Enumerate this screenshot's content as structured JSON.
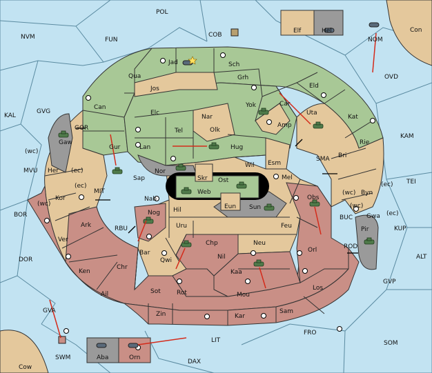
{
  "regions": {
    "pol": "POL",
    "nvm": "NVM",
    "fun": "FUN",
    "cob": "COB",
    "elf": "Elf",
    "hel": "Hel",
    "nom": "NOM",
    "con": "Con",
    "ovd": "OVD",
    "kal": "KAL",
    "gvg": "GVG",
    "gor": "GOR",
    "gaw": "Gaw",
    "mvu": "MVU",
    "wc1": "(wc)",
    "wc2": "(wc)",
    "wc3": "(wc)",
    "ec1": "(ec)",
    "ec2": "(ec)",
    "ec3": "(ec)",
    "her": "Her",
    "kor": "Kor",
    "bor": "BOR",
    "ark": "Ark",
    "ver": "Ver",
    "dor": "DOR",
    "ken": "Ken",
    "ail": "Ail",
    "chr": "Chr",
    "sot": "Sot",
    "zin": "Zin",
    "gva": "GVA",
    "swm": "SWM",
    "cow": "Cow",
    "aba": "Aba",
    "orn": "Orn",
    "dax": "DAX",
    "lit": "LIT",
    "kar": "Kar",
    "sam": "Sam",
    "fro": "FRO",
    "som": "SOM",
    "los": "Los",
    "gvp": "GVP",
    "alt": "ALT",
    "rod": "ROD",
    "pir": "Pir",
    "kup": "KUP",
    "gwa": "Gwa",
    "buc": "BUC",
    "tei": "TEI",
    "byn": "Byn",
    "rie": "Rie",
    "kam": "KAM",
    "bri": "Bri",
    "kat": "Kat",
    "sma": "SMA",
    "eld": "Eld",
    "uta": "Uta",
    "car": "Car",
    "amp": "Amp",
    "esm": "Esm",
    "mel": "Mel",
    "obs": "Obs",
    "orl": "Orl",
    "feu": "Feu",
    "neu": "Neu",
    "kaa": "Kaa",
    "mou": "Mou",
    "nil": "Nil",
    "chp": "Chp",
    "qwi": "Qwi",
    "rot": "Rot",
    "bar": "Bar",
    "nog": "Nog",
    "rbu": "RBU",
    "hil": "Hil",
    "uru": "Uru",
    "eun": "Eun",
    "sun": "Sun",
    "web": "Web",
    "ost": "Ost",
    "skr": "Skr",
    "wil": "Wil",
    "hug": "Hug",
    "olk": "Olk",
    "nar": "Nar",
    "yok": "Yok",
    "grh": "Grh",
    "sch": "Sch",
    "jad": "Jad",
    "qua": "Qua",
    "jos": "Jos",
    "can": "Can",
    "elc": "Elc",
    "tel": "Tel",
    "lan": "Lan",
    "gur": "Gur",
    "sap": "Sap",
    "nor": "Nor",
    "nab": "Nab",
    "mit": "MIT"
  },
  "colors": {
    "green": "#a8c896",
    "tan": "#e4c89c",
    "red": "#c98f86",
    "grey": "#9a9a9a",
    "sea": "#c2e3f2",
    "arrow": "#d42a1a"
  },
  "icons": {
    "unit": "tank-icon",
    "fleet": "ship-icon",
    "supply": "supply-center-icon",
    "home": "star-icon"
  }
}
